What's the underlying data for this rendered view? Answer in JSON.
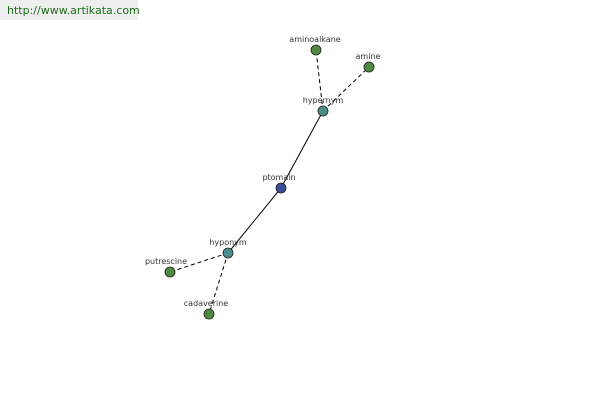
{
  "banner": {
    "url": "http://www.artikata.com"
  },
  "colors": {
    "center_node": "#3d4d99",
    "relation_node": "#4a8d8d",
    "leaf_node": "#4f8a3f",
    "node_outline": "#222222",
    "edge": "#000000",
    "banner_text": "#1e6e1e"
  },
  "graph": {
    "nodes": [
      {
        "id": "ptomain",
        "label": "ptomain",
        "kind": "center"
      },
      {
        "id": "hypernym",
        "label": "hypernym",
        "kind": "relation"
      },
      {
        "id": "hyponym",
        "label": "hyponym",
        "kind": "relation"
      },
      {
        "id": "aminoalkane",
        "label": "aminoalkane",
        "kind": "leaf"
      },
      {
        "id": "amine",
        "label": "amine",
        "kind": "leaf"
      },
      {
        "id": "putrescine",
        "label": "putrescine",
        "kind": "leaf"
      },
      {
        "id": "cadaverine",
        "label": "cadaverine",
        "kind": "leaf"
      }
    ],
    "edges": [
      {
        "from": "ptomain",
        "to": "hypernym",
        "style": "solid"
      },
      {
        "from": "ptomain",
        "to": "hyponym",
        "style": "solid"
      },
      {
        "from": "hypernym",
        "to": "aminoalkane",
        "style": "dashed"
      },
      {
        "from": "hypernym",
        "to": "amine",
        "style": "dashed"
      },
      {
        "from": "hyponym",
        "to": "putrescine",
        "style": "dashed"
      },
      {
        "from": "hyponym",
        "to": "cadaverine",
        "style": "dashed"
      }
    ]
  }
}
